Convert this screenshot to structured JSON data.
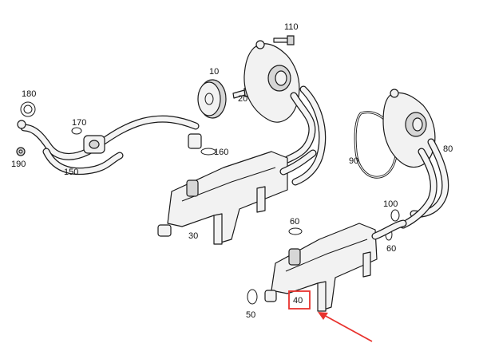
{
  "diagram": {
    "callouts": {
      "c110": "110",
      "c10": "10",
      "c20": "20",
      "c180": "180",
      "c170": "170",
      "c160": "160",
      "c190": "190",
      "c150": "150",
      "c30": "30",
      "c90": "90",
      "c80": "80",
      "c100": "100",
      "c60a": "60",
      "c60b": "60",
      "c50": "50",
      "c40": "40"
    },
    "highlight": {
      "part": "40",
      "box_color": "#e8322d",
      "arrow_color": "#e8322d"
    }
  }
}
